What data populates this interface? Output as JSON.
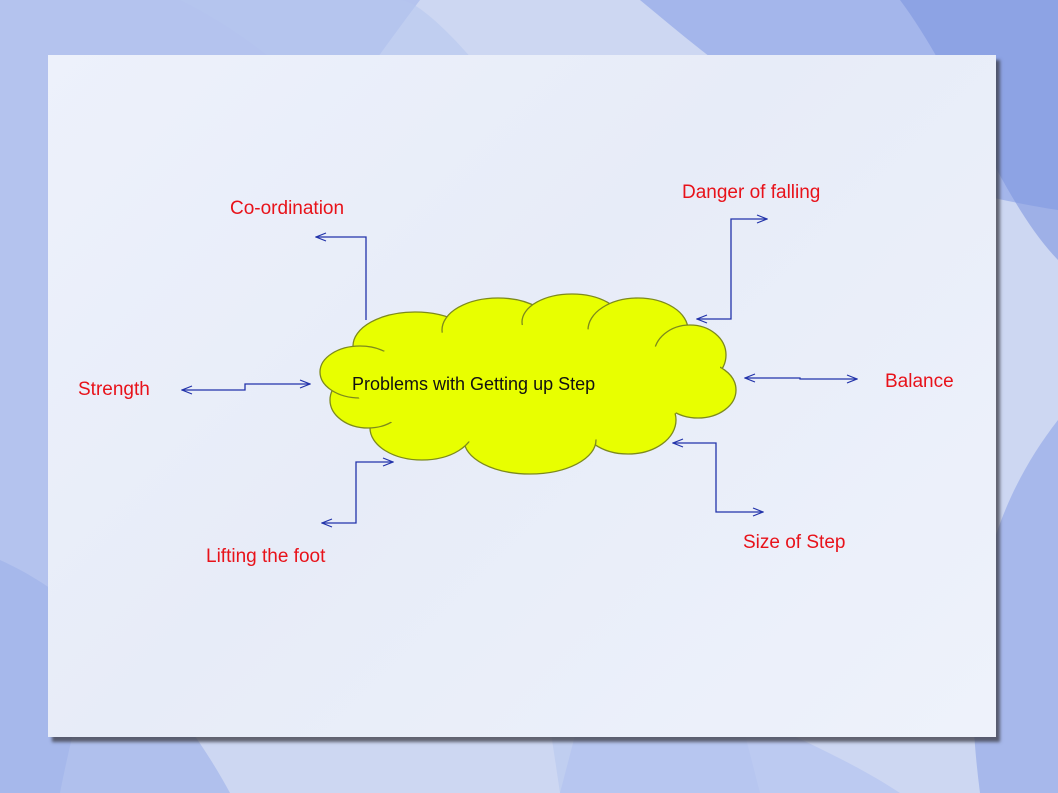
{
  "diagram": {
    "center": "Problems with Getting up Step",
    "nodes": {
      "coordination": "Co-ordination",
      "danger": "Danger of falling",
      "strength": "Strength",
      "balance": "Balance",
      "lifting": "Lifting the foot",
      "size": "Size of Step"
    }
  },
  "colors": {
    "cloud_fill": "#e8ff00",
    "cloud_stroke": "#7d8a1c",
    "label_text": "#e8121a",
    "arrow": "#2233aa",
    "background_blue": "#8ea4e6"
  }
}
